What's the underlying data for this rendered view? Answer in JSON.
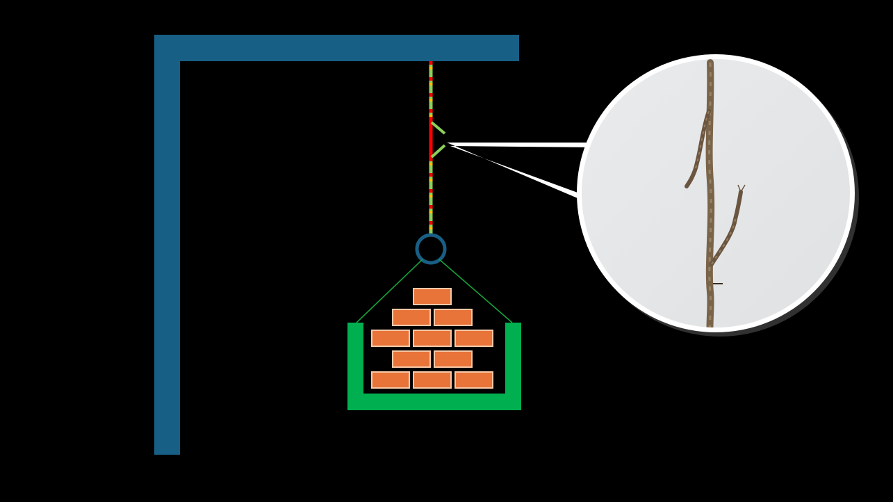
{
  "diagram": {
    "colors": {
      "background": "#000000",
      "gallows": "#185f85",
      "rope_green": "#8cd05a",
      "rope_red": "#ff0000",
      "rope_yellow": "#ffc000",
      "ring": "#185f85",
      "sling_line": "#17a23a",
      "crate": "#00b050",
      "brick_fill": "#e8743a",
      "brick_edge": "#f6c9a8",
      "zoom_border": "#ffffff",
      "zoom_bg": "#e4e6e8",
      "fiber": "#7a6449"
    },
    "components": [
      "gallows",
      "rope",
      "crack",
      "ring",
      "sling",
      "crate",
      "bricks",
      "zoom-callout"
    ],
    "brick_rows": [
      1,
      2,
      3,
      2,
      3
    ]
  }
}
